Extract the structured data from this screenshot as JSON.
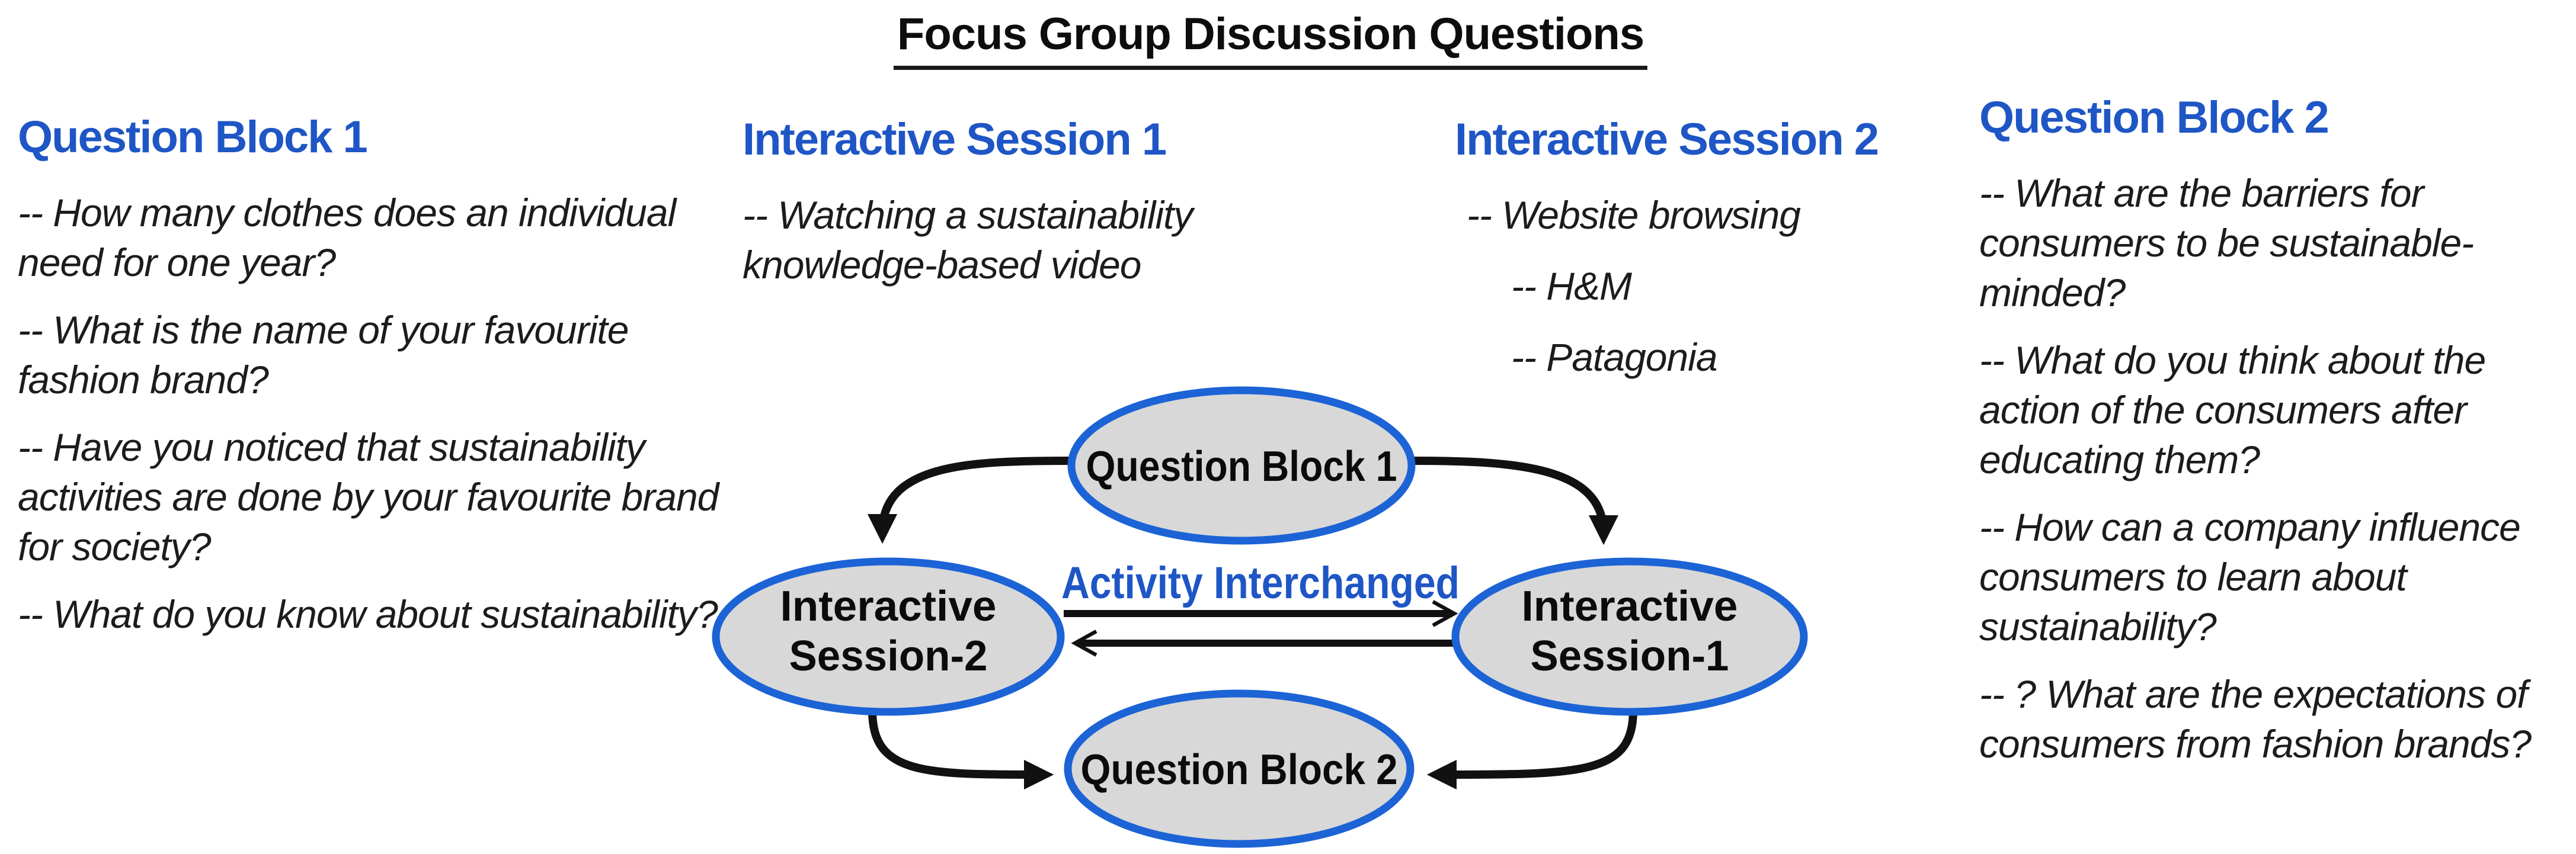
{
  "title": "Focus Group Discussion Questions",
  "columns": [
    {
      "heading": "Question Block 1",
      "items": [
        "-- How many clothes does an individual need for one year?",
        "-- What is the name of your favourite fashion brand?",
        "-- Have you noticed that sustainability activities are done by your favourite brand for society?",
        "-- What do you know about sustainability?"
      ]
    },
    {
      "heading": "Interactive Session 1",
      "items": [
        "-- Watching a sustainability knowledge-based video"
      ]
    },
    {
      "heading": "Interactive Session 2",
      "items": [
        "-- Website browsing",
        "-- H&M",
        "-- Patagonia"
      ]
    },
    {
      "heading": "Question Block 2",
      "items": [
        "-- What are the barriers for consumers to be sustainable-minded?",
        "-- What do you think about the action of the consumers after educating them?",
        "-- How can a company influence consumers to learn about sustainability?",
        "-- ? What are the expectations of consumers from fashion brands?"
      ]
    }
  ],
  "diagram": {
    "top_node": "Question Block 1",
    "left_node_line1": "Interactive",
    "left_node_line2": "Session-2",
    "right_node_line1": "Interactive",
    "right_node_line2": "Session-1",
    "bottom_node": "Question Block 2",
    "arrow_label": "Activity Interchanged"
  },
  "colors": {
    "heading_blue": "#1f56c5",
    "ellipse_stroke_blue": "#1c63d6",
    "ellipse_fill_gray": "#d8d8d8",
    "arrow_black": "#111111",
    "body_text": "#1c1c1c"
  }
}
